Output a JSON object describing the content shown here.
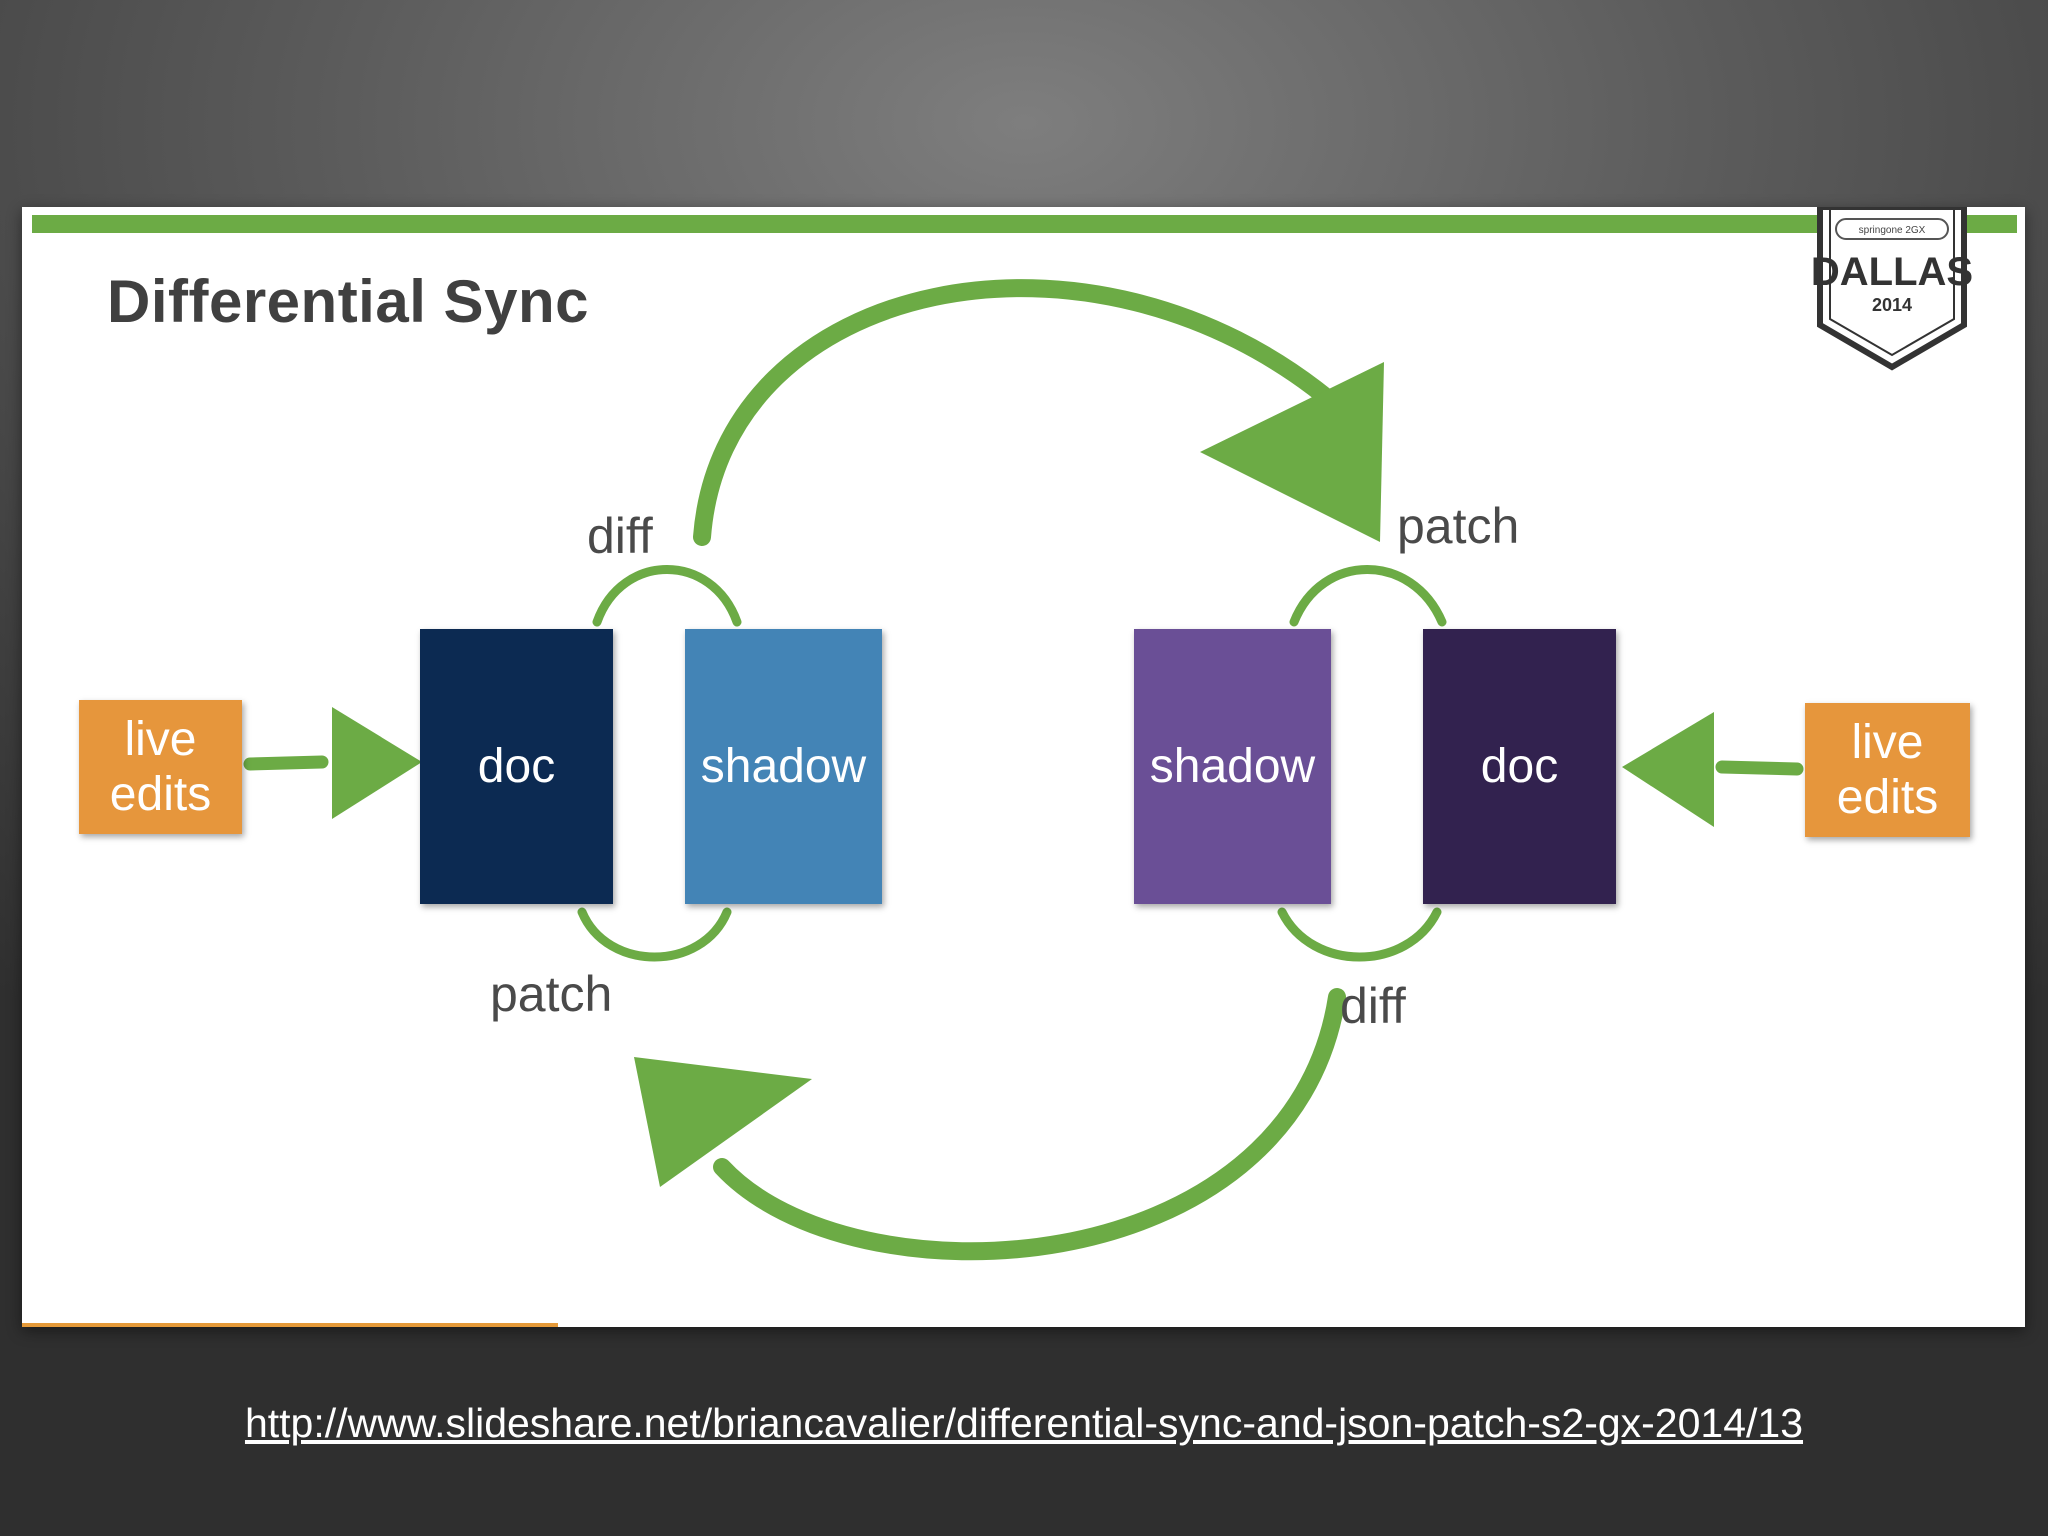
{
  "slide": {
    "title": "Differential Sync",
    "badge": {
      "brand": "springone 2GX",
      "city": "DALLAS",
      "year": "2014"
    },
    "boxes": {
      "live_left": "live\nedits",
      "doc_left": "doc",
      "shadow_left": "shadow",
      "shadow_right": "shadow",
      "doc_right": "doc",
      "live_right": "live\nedits"
    },
    "labels": {
      "diff_top": "diff",
      "patch_top": "patch",
      "patch_bottom": "patch",
      "diff_bottom": "diff"
    },
    "colors": {
      "arrow_green": "#6cab45",
      "live_orange": "#e6963c",
      "doc_left": "#0c2a52",
      "shadow_left": "#4384b6",
      "shadow_right": "#6a4f96",
      "doc_right": "#32224f"
    }
  },
  "footer": {
    "url": "http://www.slideshare.net/briancavalier/differential-sync-and-json-patch-s2-gx-2014/13"
  }
}
